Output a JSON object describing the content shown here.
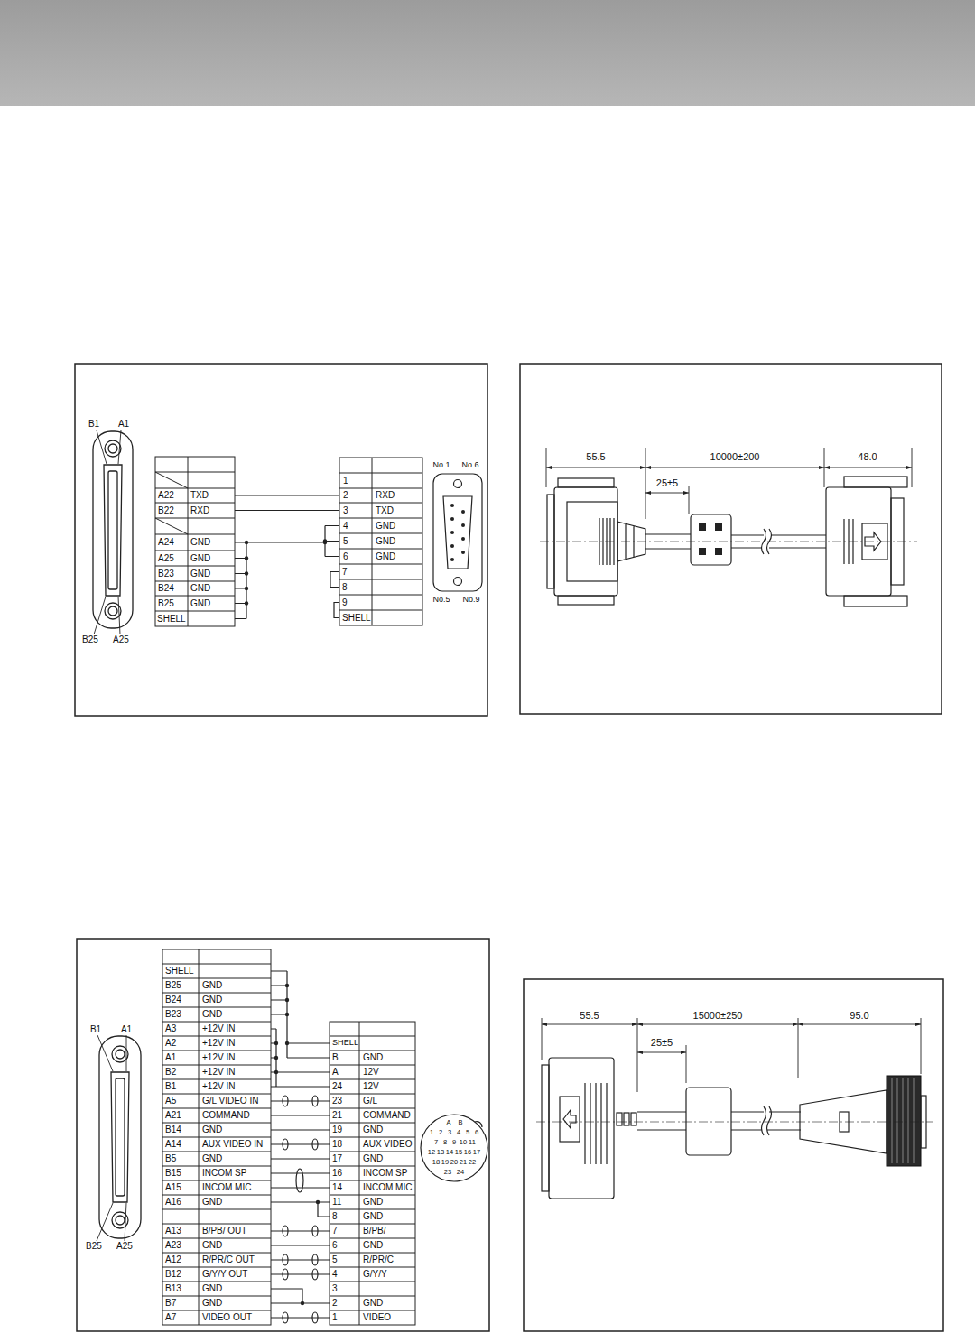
{
  "diagram": {
    "labels": [
      "B1",
      "A1",
      "A22",
      "TXD",
      "B22",
      "RXD",
      "A24",
      "GND",
      "A25",
      "GND",
      "B23",
      "GND",
      "B24",
      "GND",
      "B25",
      "GND",
      "SHELL",
      "1",
      "2",
      "RXD",
      "3",
      "TXD",
      "4",
      "GND",
      "5",
      "GND",
      "6",
      "GND",
      "7",
      "8",
      "9",
      "SHELL",
      "No.1",
      "No.6",
      "No.5",
      "No.9",
      "B25",
      "A25",
      "55.5",
      "10000±200",
      "48.0",
      "25±5",
      "B1",
      "A1",
      "SHELL",
      "B25",
      "GND",
      "B24",
      "GND",
      "B23",
      "GND",
      "A3",
      "+12V IN",
      "A2",
      "+12V IN",
      "A1",
      "+12V IN",
      "B2",
      "+12V IN",
      "B1",
      "+12V IN",
      "A5",
      "G/L VIDEO IN",
      "A21",
      "COMMAND",
      "B14",
      "GND",
      "A14",
      "AUX VIDEO IN",
      "B5",
      "GND",
      "B15",
      "INCOM SP",
      "A15",
      "INCOM MIC",
      "A16",
      "GND",
      "A13",
      "B/PB/ OUT",
      "A23",
      "GND",
      "A12",
      "R/PR/C OUT",
      "B12",
      "G/Y/Y OUT",
      "B13",
      "GND",
      "B7",
      "GND",
      "A7",
      "VIDEO OUT",
      "SHELL",
      "B",
      "GND",
      "A",
      "12V",
      "24",
      "12V",
      "23",
      "G/L",
      "21",
      "COMMAND",
      "19",
      "GND",
      "18",
      "AUX VIDEO",
      "17",
      "GND",
      "16",
      "INCOM SP",
      "14",
      "INCOM MIC",
      "11",
      "GND",
      "8",
      "GND",
      "7",
      "B/PB/",
      "6",
      "GND",
      "5",
      "R/PR/C",
      "4",
      "G/Y/Y",
      "3",
      "2",
      "GND",
      "1",
      "VIDEO",
      "B25",
      "A25",
      "A",
      "B",
      "1",
      "2",
      "3",
      "4",
      "5",
      "6",
      "7",
      "8",
      "9",
      "10",
      "11",
      "12",
      "13",
      "14",
      "15",
      "16",
      "17",
      "18",
      "19",
      "20",
      "21",
      "22",
      "23",
      "24",
      "55.5",
      "15000±250",
      "95.0",
      "25±5"
    ]
  }
}
